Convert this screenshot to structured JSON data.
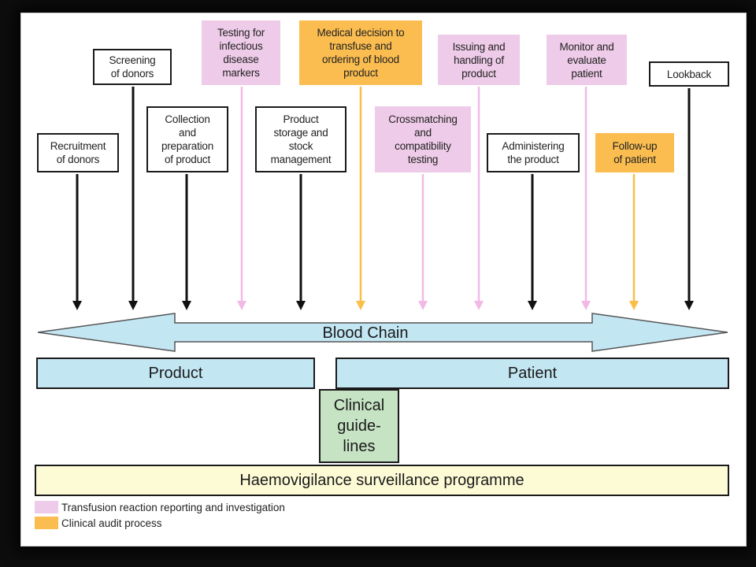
{
  "colors": {
    "pink": "#eecbe8",
    "orange": "#fbbd50",
    "blue": "#c3e6f3",
    "green": "#c6e3c4",
    "yellow": "#fdfbd6",
    "black_arrow": "#111111",
    "pink_arrow": "#f2b9e6",
    "orange_arrow": "#f9bf48"
  },
  "steps": [
    {
      "label": "Recruitment\nof donors",
      "style": "outlined"
    },
    {
      "label": "Screening\nof donors",
      "style": "outlined"
    },
    {
      "label": "Collection\nand\npreparation\nof product",
      "style": "outlined"
    },
    {
      "label": "Testing for\ninfectious\ndisease\nmarkers",
      "style": "pink"
    },
    {
      "label": "Product\nstorage and\nstock\nmanagement",
      "style": "outlined"
    },
    {
      "label": "Medical decision to\ntransfuse and\nordering of blood\nproduct",
      "style": "orange"
    },
    {
      "label": "Crossmatching\nand\ncompatibility\ntesting",
      "style": "pink"
    },
    {
      "label": "Issuing and\nhandling of\nproduct",
      "style": "pink"
    },
    {
      "label": "Administering\nthe product",
      "style": "outlined"
    },
    {
      "label": "Monitor and\nevaluate\npatient",
      "style": "pink"
    },
    {
      "label": "Follow-up\nof patient",
      "style": "orange"
    },
    {
      "label": "Lookback",
      "style": "outlined"
    }
  ],
  "blood_chain_label": "Blood Chain",
  "product_label": "Product",
  "patient_label": "Patient",
  "clinical_label": "Clinical\nguide-\nlines",
  "surveillance_label": "Haemovigilance surveillance programme",
  "legend": [
    {
      "label": "Transfusion reaction reporting and investigation",
      "color": "#eecbe8"
    },
    {
      "label": "Clinical audit process",
      "color": "#fbbd50"
    }
  ]
}
